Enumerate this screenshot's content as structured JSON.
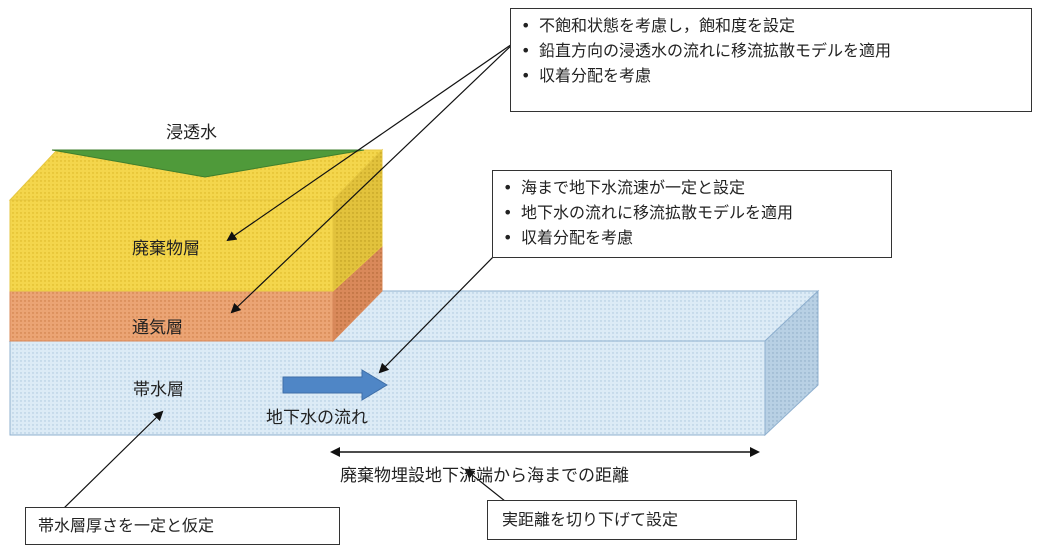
{
  "diagram": {
    "labels": {
      "infiltration": "浸透水",
      "waste_layer": "廃棄物層",
      "aeration_layer": "通気層",
      "aquifer": "帯水層",
      "groundwater_flow": "地下水の流れ",
      "distance": "廃棄物埋設地下流端から海までの距離"
    },
    "callout_top": {
      "items": [
        "不飽和状態を考慮し，飽和度を設定",
        "鉛直方向の浸透水の流れに移流拡散モデルを適用",
        "収着分配を考慮"
      ]
    },
    "callout_middle": {
      "items": [
        "海まで地下水流速が一定と設定",
        "地下水の流れに移流拡散モデルを適用",
        "収着分配を考慮"
      ]
    },
    "callout_bottom_left": {
      "text": "帯水層厚さを一定と仮定"
    },
    "callout_bottom_right": {
      "text": "実距離を切り下げて設定"
    },
    "colors": {
      "waste_layer": "#f2d54a",
      "aeration_layer": "#e89f6e",
      "aquifer": "#d6e8f4",
      "infiltration": "#4f9a3a",
      "flow_arrow": "#4f86c6"
    }
  }
}
